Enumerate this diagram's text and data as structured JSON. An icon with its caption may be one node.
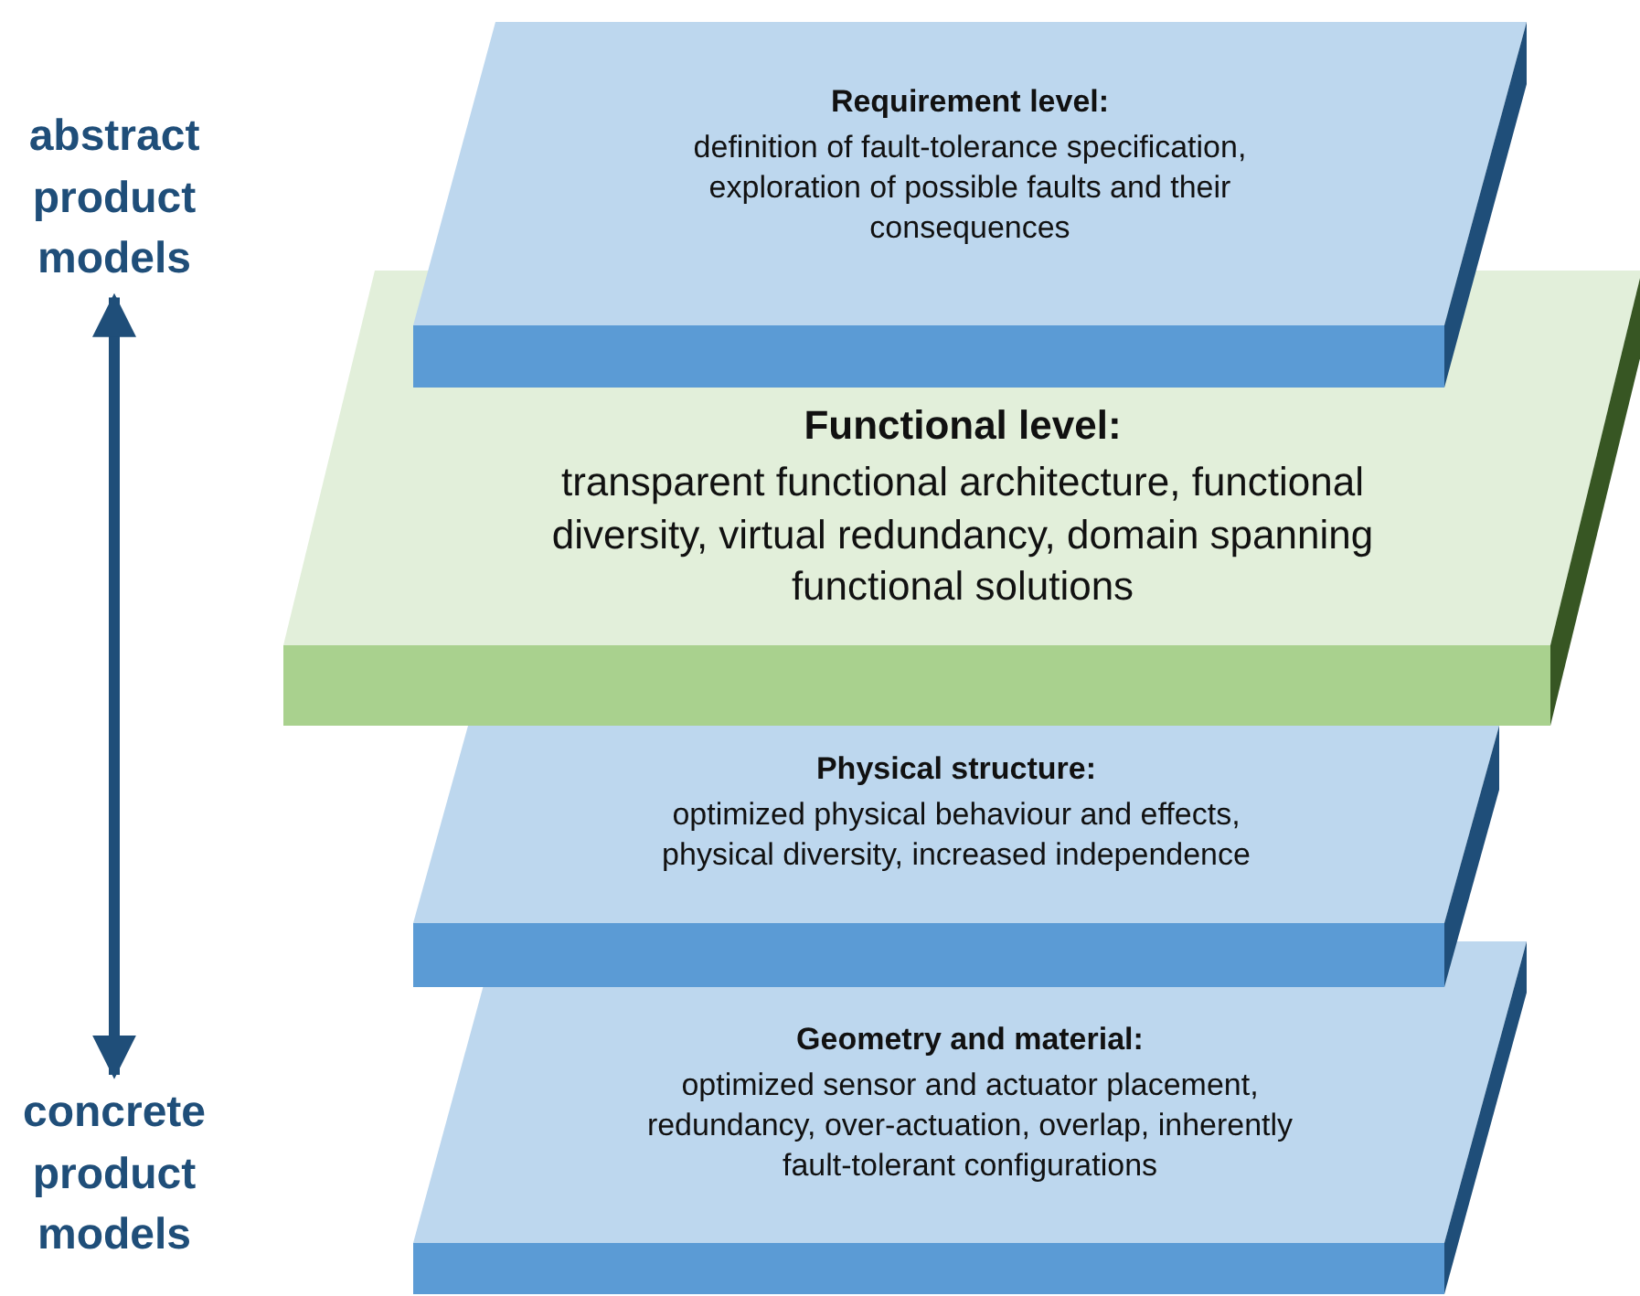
{
  "diagram": {
    "nodes": [
      {
        "text": [
          "abstract product models"
        ]
      },
      {
        "text": [
          "Requirement level:",
          "definition of fault-tolerance specification, exploration of possible faults and their consequences"
        ]
      },
      {
        "text": [
          "Functional level:",
          "transparent functional architecture, functional diversity, virtual redundancy, domain spanning functional solutions"
        ]
      },
      {
        "text": [
          "Physical structure:",
          "optimized physical behaviour and effects, physical diversity, increased independence"
        ]
      },
      {
        "text": [
          "Geometry and material:",
          "optimized sensor and actuator placement, redundancy, over-actuation, overlap, inherently fault-tolerant configurations"
        ]
      },
      {
        "text": [
          "concrete product models"
        ]
      }
    ],
    "edges": [
      {
        "from": 0,
        "to": 5,
        "arrow": "both"
      }
    ]
  }
}
